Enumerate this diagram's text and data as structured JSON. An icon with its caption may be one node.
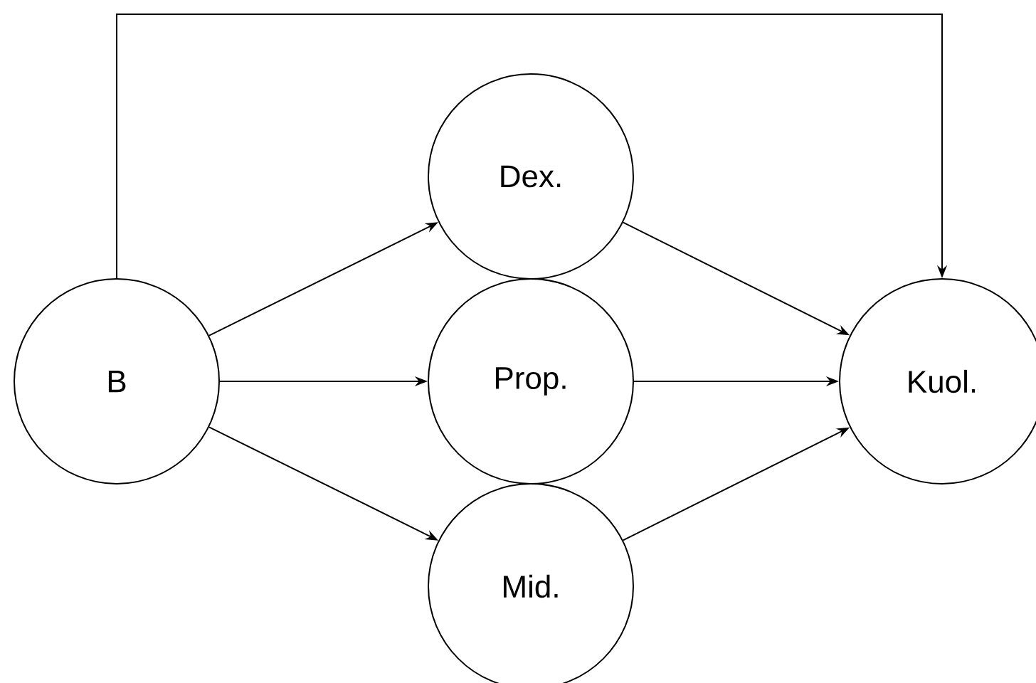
{
  "diagram": {
    "nodes": [
      {
        "text": [
          "B"
        ]
      },
      {
        "text": [
          "Dex."
        ]
      },
      {
        "text": [
          "Prop."
        ]
      },
      {
        "text": [
          "Mid."
        ]
      },
      {
        "text": [
          "Kuol."
        ]
      }
    ],
    "edges": [
      {
        "from": 0,
        "to": 1,
        "arrow": "to"
      },
      {
        "from": 0,
        "to": 2,
        "arrow": "to"
      },
      {
        "from": 0,
        "to": 3,
        "arrow": "to"
      },
      {
        "from": 1,
        "to": 4,
        "arrow": "to"
      },
      {
        "from": 2,
        "to": 4,
        "arrow": "to"
      },
      {
        "from": 3,
        "to": 4,
        "arrow": "to"
      },
      {
        "from": 0,
        "to": 4,
        "arrow": "to"
      }
    ]
  }
}
